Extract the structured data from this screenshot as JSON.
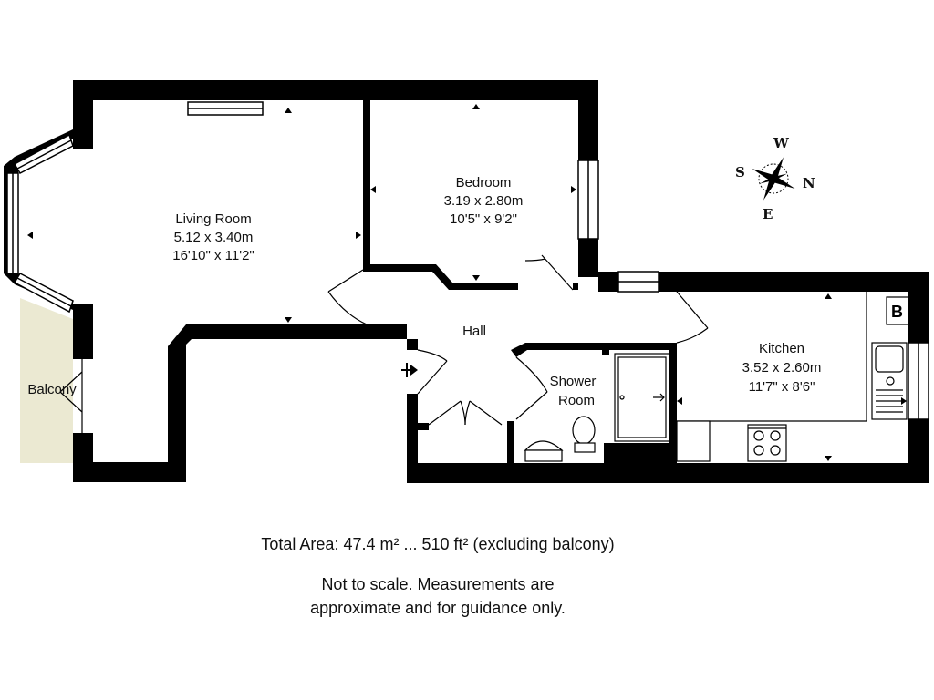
{
  "rooms": {
    "living": {
      "name": "Living Room",
      "metric": "5.12 x 3.40m",
      "imperial": "16'10\" x 11'2\""
    },
    "bedroom": {
      "name": "Bedroom",
      "metric": "3.19 x 2.80m",
      "imperial": "10'5\" x 9'2\""
    },
    "hall": {
      "name": "Hall"
    },
    "shower": {
      "name_line1": "Shower",
      "name_line2": "Room"
    },
    "kitchen": {
      "name": "Kitchen",
      "metric": "3.52 x 2.60m",
      "imperial": "11'7\" x 8'6\""
    },
    "balcony": {
      "name": "Balcony"
    }
  },
  "compass": {
    "north": "N",
    "south": "S",
    "east": "E",
    "west": "W"
  },
  "boiler_label": "B",
  "footer": {
    "total_area": "Total Area: 47.4 m² ... 510 ft² (excluding balcony)",
    "disclaimer_line1": "Not to scale. Measurements are",
    "disclaimer_line2": "approximate and for guidance only."
  },
  "colors": {
    "wall": "#000000",
    "balcony_fill": "#ebe9d2",
    "window": "#ffffff"
  }
}
